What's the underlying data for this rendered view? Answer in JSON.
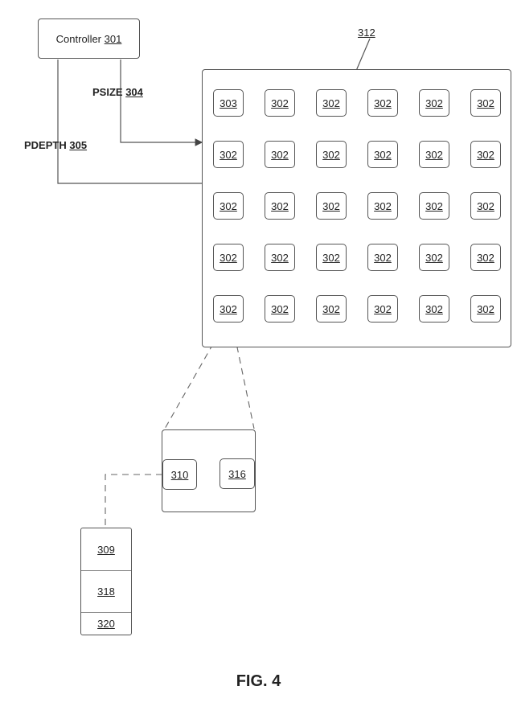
{
  "controller": {
    "label": "Controller",
    "ref": "301"
  },
  "signals": {
    "psize": {
      "label": "PSIZE",
      "ref": "304"
    },
    "pdepth": {
      "label": "PDEPTH",
      "ref": "305"
    }
  },
  "window_ref": "312",
  "grid": {
    "rows": [
      [
        "303",
        "302",
        "302",
        "302",
        "302",
        "302"
      ],
      [
        "302",
        "302",
        "302",
        "302",
        "302",
        "302"
      ],
      [
        "302",
        "302",
        "302",
        "302",
        "302",
        "302"
      ],
      [
        "302",
        "302",
        "302",
        "302",
        "302",
        "302"
      ],
      [
        "302",
        "302",
        "302",
        "302",
        "302",
        "302"
      ]
    ]
  },
  "detail": {
    "left_ref": "310",
    "right_ref": "316"
  },
  "memory": {
    "cells": [
      "309",
      "318",
      "320"
    ]
  },
  "figure_caption": "FIG. 4"
}
